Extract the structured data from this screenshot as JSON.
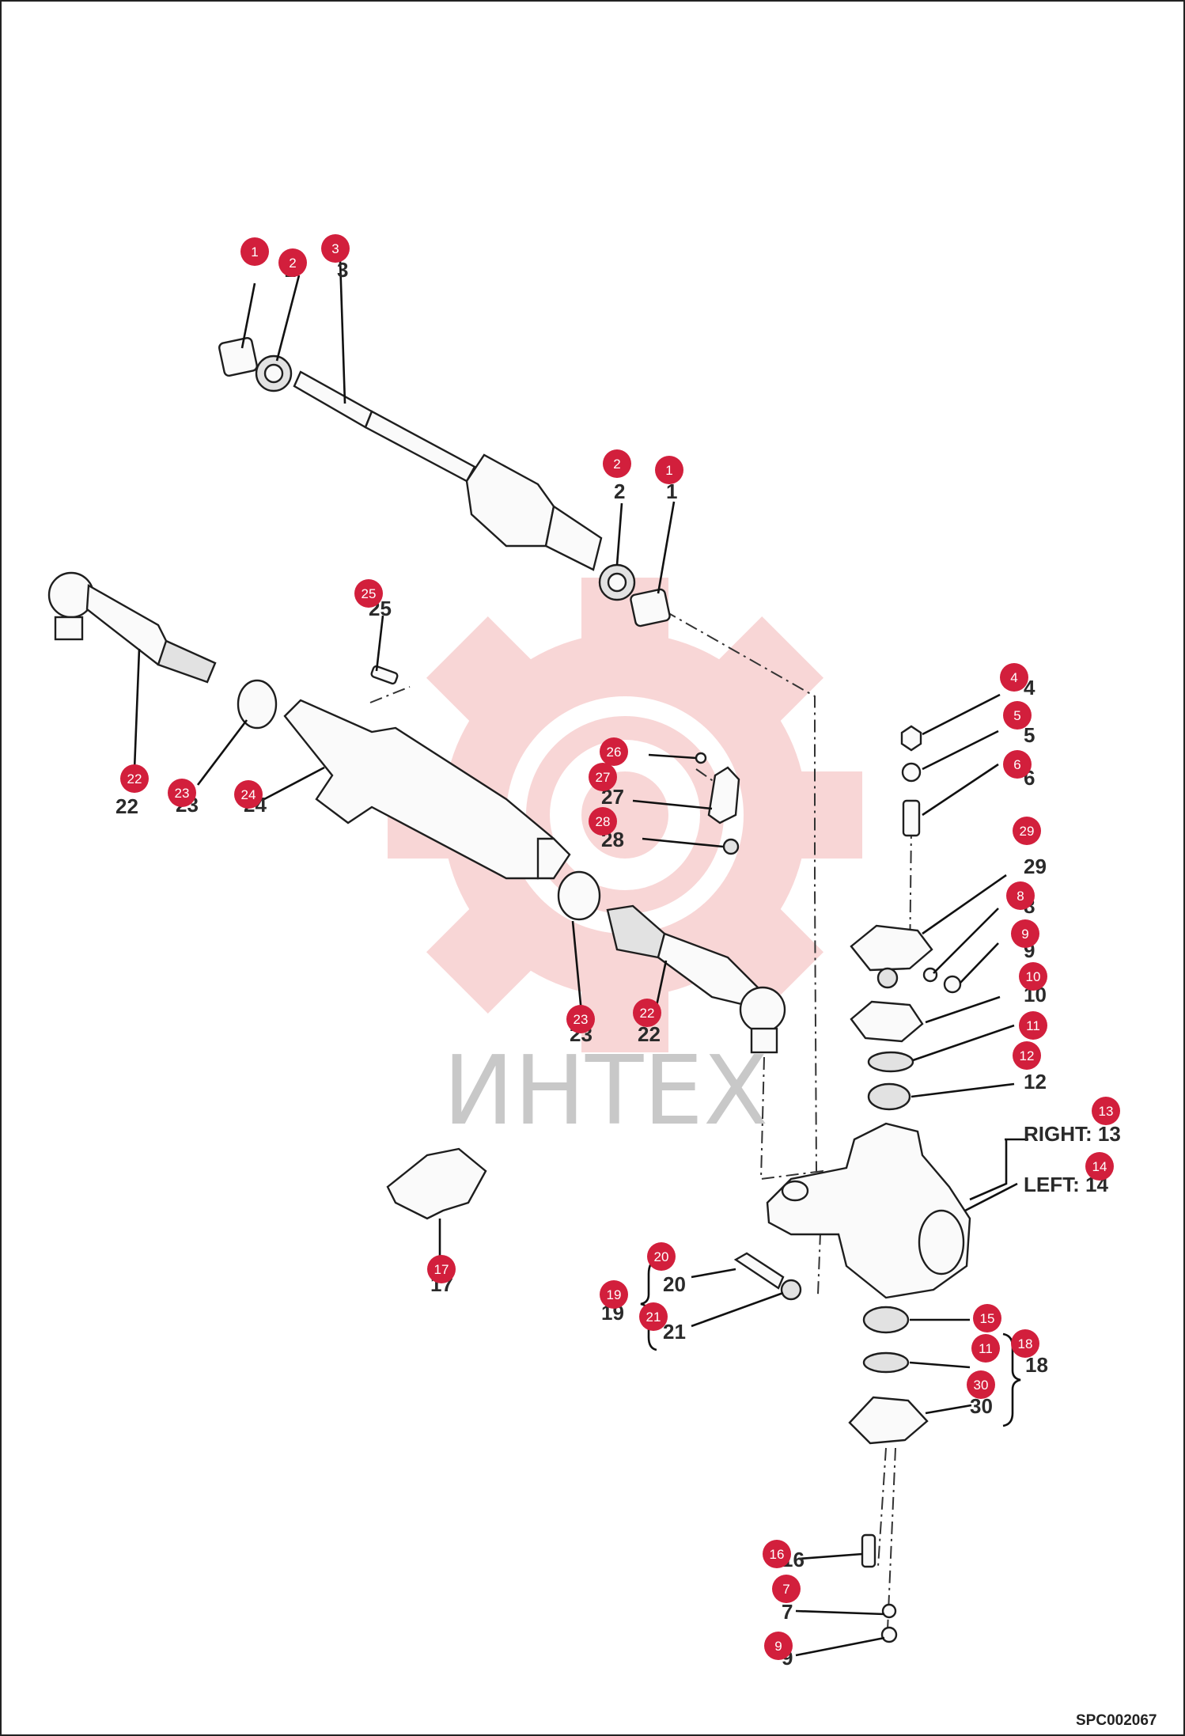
{
  "watermark": {
    "text": "ИНТЕХ",
    "color": "#f2b8b8"
  },
  "badge_color": "#d21f3c",
  "drawing_code": "SPC002067",
  "labels": {
    "l2a": "2",
    "l3": "3",
    "l2b": "2",
    "l1b": "1",
    "l25": "25",
    "l22a": "22",
    "l23a": "23",
    "l24": "24",
    "l26": "26",
    "l27": "27",
    "l28": "28",
    "l23b": "23",
    "l22b": "22",
    "l4": "4",
    "l5": "5",
    "l6": "6",
    "l29": "29",
    "l8": "8",
    "l9": "9",
    "l10": "10",
    "l12": "12",
    "right": "RIGHT: 13",
    "left": "LEFT: 14",
    "l17": "17",
    "l20": "20",
    "l19": "19",
    "l21": "21",
    "l18": "18",
    "l30": "30",
    "l16": "16",
    "l7": "7",
    "l9b": "9"
  },
  "badges": [
    {
      "n": "1"
    },
    {
      "n": "2"
    },
    {
      "n": "3"
    },
    {
      "n": "2"
    },
    {
      "n": "1"
    },
    {
      "n": "25"
    },
    {
      "n": "22"
    },
    {
      "n": "23"
    },
    {
      "n": "24"
    },
    {
      "n": "26"
    },
    {
      "n": "27"
    },
    {
      "n": "28"
    },
    {
      "n": "23"
    },
    {
      "n": "22"
    },
    {
      "n": "4"
    },
    {
      "n": "5"
    },
    {
      "n": "6"
    },
    {
      "n": "29"
    },
    {
      "n": "8"
    },
    {
      "n": "9"
    },
    {
      "n": "10"
    },
    {
      "n": "11"
    },
    {
      "n": "12"
    },
    {
      "n": "13"
    },
    {
      "n": "14"
    },
    {
      "n": "17"
    },
    {
      "n": "20"
    },
    {
      "n": "19"
    },
    {
      "n": "21"
    },
    {
      "n": "15"
    },
    {
      "n": "11"
    },
    {
      "n": "18"
    },
    {
      "n": "30"
    },
    {
      "n": "16"
    },
    {
      "n": "7"
    },
    {
      "n": "9"
    }
  ]
}
